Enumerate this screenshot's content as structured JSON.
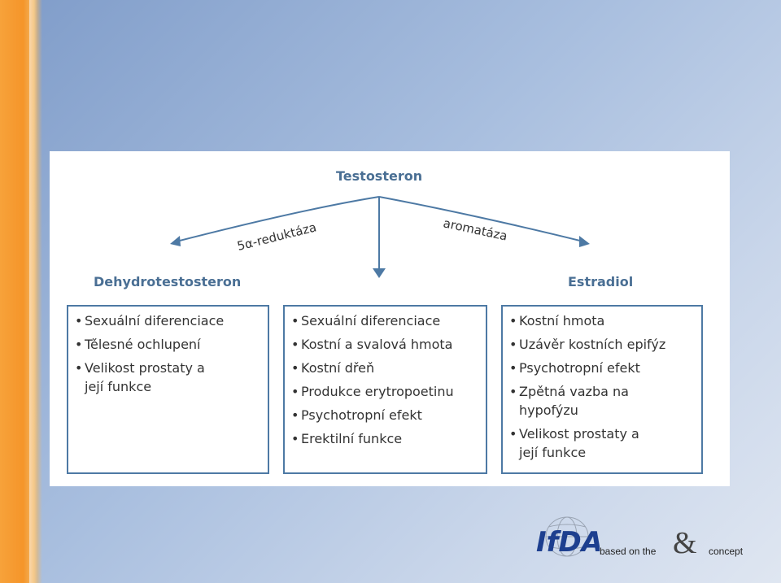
{
  "diagram": {
    "root": "Testosteron",
    "edges": {
      "left": "5α-reduktáza",
      "right": "aromatáza"
    },
    "left": {
      "title": "Dehydrotestosteron",
      "items": [
        "Sexuální diferenciace",
        "Tělesné ochlupení",
        "Velikost prostaty a její funkce"
      ]
    },
    "middle": {
      "items": [
        "Sexuální diferenciace",
        "Kostní a svalová hmota",
        "Kostní dřeň",
        "Produkce erytropoetinu",
        "Psychotropní efekt",
        "Erektilní funkce"
      ]
    },
    "right": {
      "title": "Estradiol",
      "items": [
        "Kostní hmota",
        "Uzávěr kostních epifýz",
        "Psychotropní efekt",
        "Zpětná vazba na hypofýzu",
        "Velikost prostaty a její funkce"
      ]
    }
  },
  "footer": {
    "logo": "IfDA",
    "based_on": "based on the",
    "ampersand": "&",
    "concept": "concept"
  },
  "colors": {
    "accent": "#4d79a4",
    "title": "#4a6f94",
    "orange": "#f5952a"
  }
}
